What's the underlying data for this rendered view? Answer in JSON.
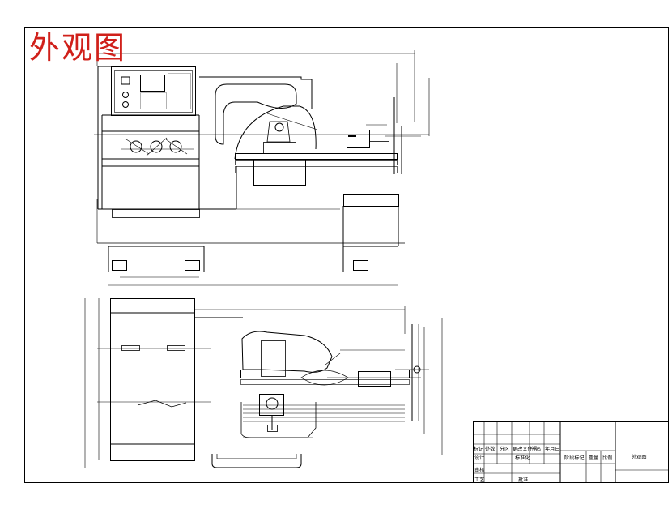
{
  "title": "外观图",
  "colors": {
    "line": "#000000",
    "title": "#d0201a",
    "paper": "#ffffff"
  },
  "title_block": {
    "sheet_name": "外观图",
    "row1": [
      "标记",
      "处数",
      "分区",
      "更改文件号",
      "签名",
      "年月日"
    ],
    "row2": [
      "设计",
      "标准化"
    ],
    "row3": [
      "审核"
    ],
    "row4": [
      "工艺",
      "批准"
    ],
    "stage": [
      "阶段标记",
      "重量",
      "比例"
    ]
  }
}
